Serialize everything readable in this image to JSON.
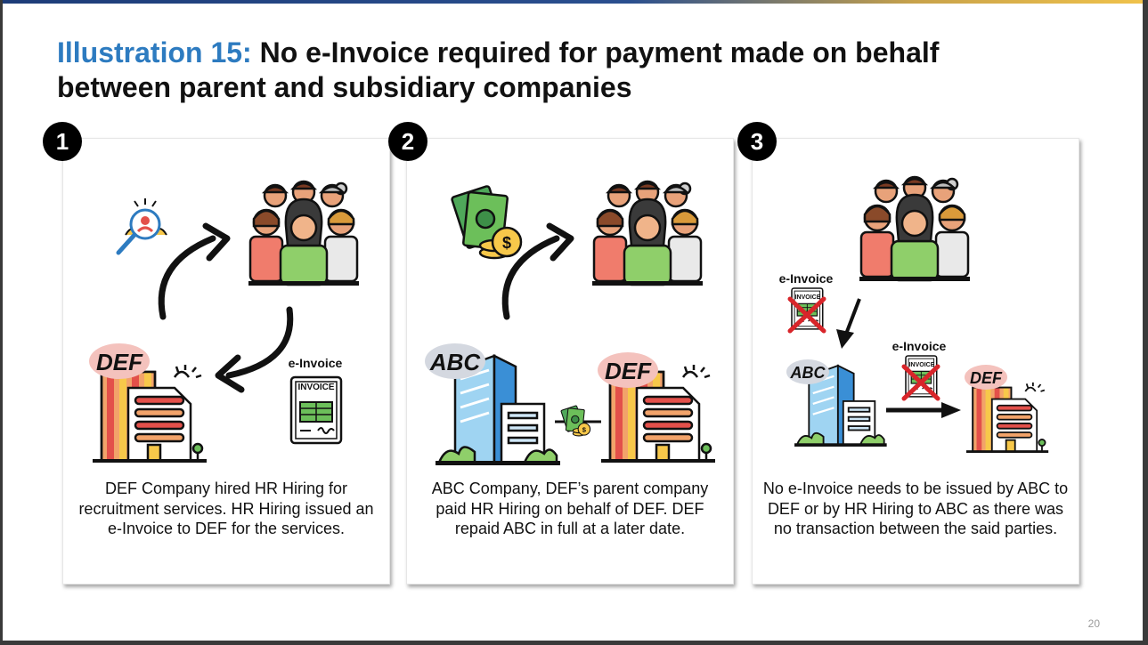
{
  "slide": {
    "title_accent": "Illustration 15:",
    "title_main": " No e-Invoice required for payment made on behalf between parent and subsidiary companies",
    "page_number": "20"
  },
  "cards": [
    {
      "number": "1",
      "labels": {
        "def": "DEF",
        "einvoice": "e-Invoice",
        "invoice": "INVOICE"
      },
      "caption": "DEF Company hired HR Hiring for recruitment services. HR Hiring issued an e-Invoice to DEF for the services."
    },
    {
      "number": "2",
      "labels": {
        "abc": "ABC",
        "def": "DEF"
      },
      "caption": "ABC Company, DEF’s parent company paid HR Hiring on behalf of DEF. DEF repaid ABC in full at a later date."
    },
    {
      "number": "3",
      "labels": {
        "einvoice_top": "e-Invoice",
        "einvoice_mid": "e-Invoice",
        "invoice": "INVOICE",
        "abc": "ABC",
        "def": "DEF"
      },
      "caption": "No e-Invoice needs to be issued by ABC to DEF or by HR Hiring to ABC as there was no transaction between the said parties."
    }
  ]
}
